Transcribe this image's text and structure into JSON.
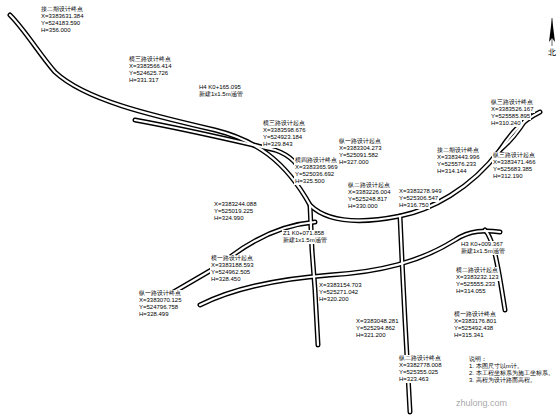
{
  "diagram": {
    "labels": [
      "接二期设计终点",
      "X=3383631.384",
      "Y=524183.590",
      "H=356.000",
      "横三路设计终点",
      "X=3383566.414",
      "Y=524625.726",
      "H=331.317",
      "H4 K0+165.095",
      "新建1x1.5m涵管",
      "横三路设计起点",
      "X=3383598.676",
      "Y=524923.184",
      "H=329.843",
      "横四路设计终点",
      "X=3383365.969",
      "Y=525036.692",
      "H=325.500",
      "纵一路设计起点",
      "X=3383304.273",
      "Y=525091.582",
      "H=327.000",
      "纵二路设计起点",
      "X=3383226.004",
      "Y=525248.817",
      "H=330.000",
      "X=3383278.949",
      "Y=525306.547",
      "H=316.750",
      "接二期设计终点",
      "X=3383443.996",
      "Y=525576.233",
      "H=314.144",
      "纵三路设计终点",
      "X=3383526.167",
      "Y=525585.895",
      "H=310.240",
      "纵三路设计起点",
      "X=3383471.466",
      "Y=525683.385",
      "H=312.190",
      "H3 K0+009.367",
      "新建1x1.5m涵管",
      "横二路设计起点",
      "X=3383232.123",
      "Y=525555.233",
      "H=314.055",
      "横一路设计终点",
      "X=3383176.801",
      "Y=525492.438",
      "H=315.341",
      "X=3383244.088",
      "Y=525019.225",
      "H=324.990",
      "Z1 K0+071.858",
      "新建1x1.5m涵管",
      "横一路设计起点",
      "X=3383188.593",
      "Y=524962.505",
      "H=328.450",
      "纵一路设计终点",
      "X=3383070.125",
      "Y=524796.758",
      "H=328.499",
      "X=3383154.703",
      "Y=525271.042",
      "H=320.200",
      "X=3383048.281",
      "Y=525294.862",
      "H=321.200",
      "纵二路设计终点",
      "X=3382778.008",
      "Y=525355.025",
      "H=323.463",
      "说明：",
      "1. 本图尺寸以m计。",
      "2. 本工程坐标系为施工坐标系。",
      "3. 高程为设计路面高程。",
      "北",
      "zhulong.com"
    ]
  }
}
